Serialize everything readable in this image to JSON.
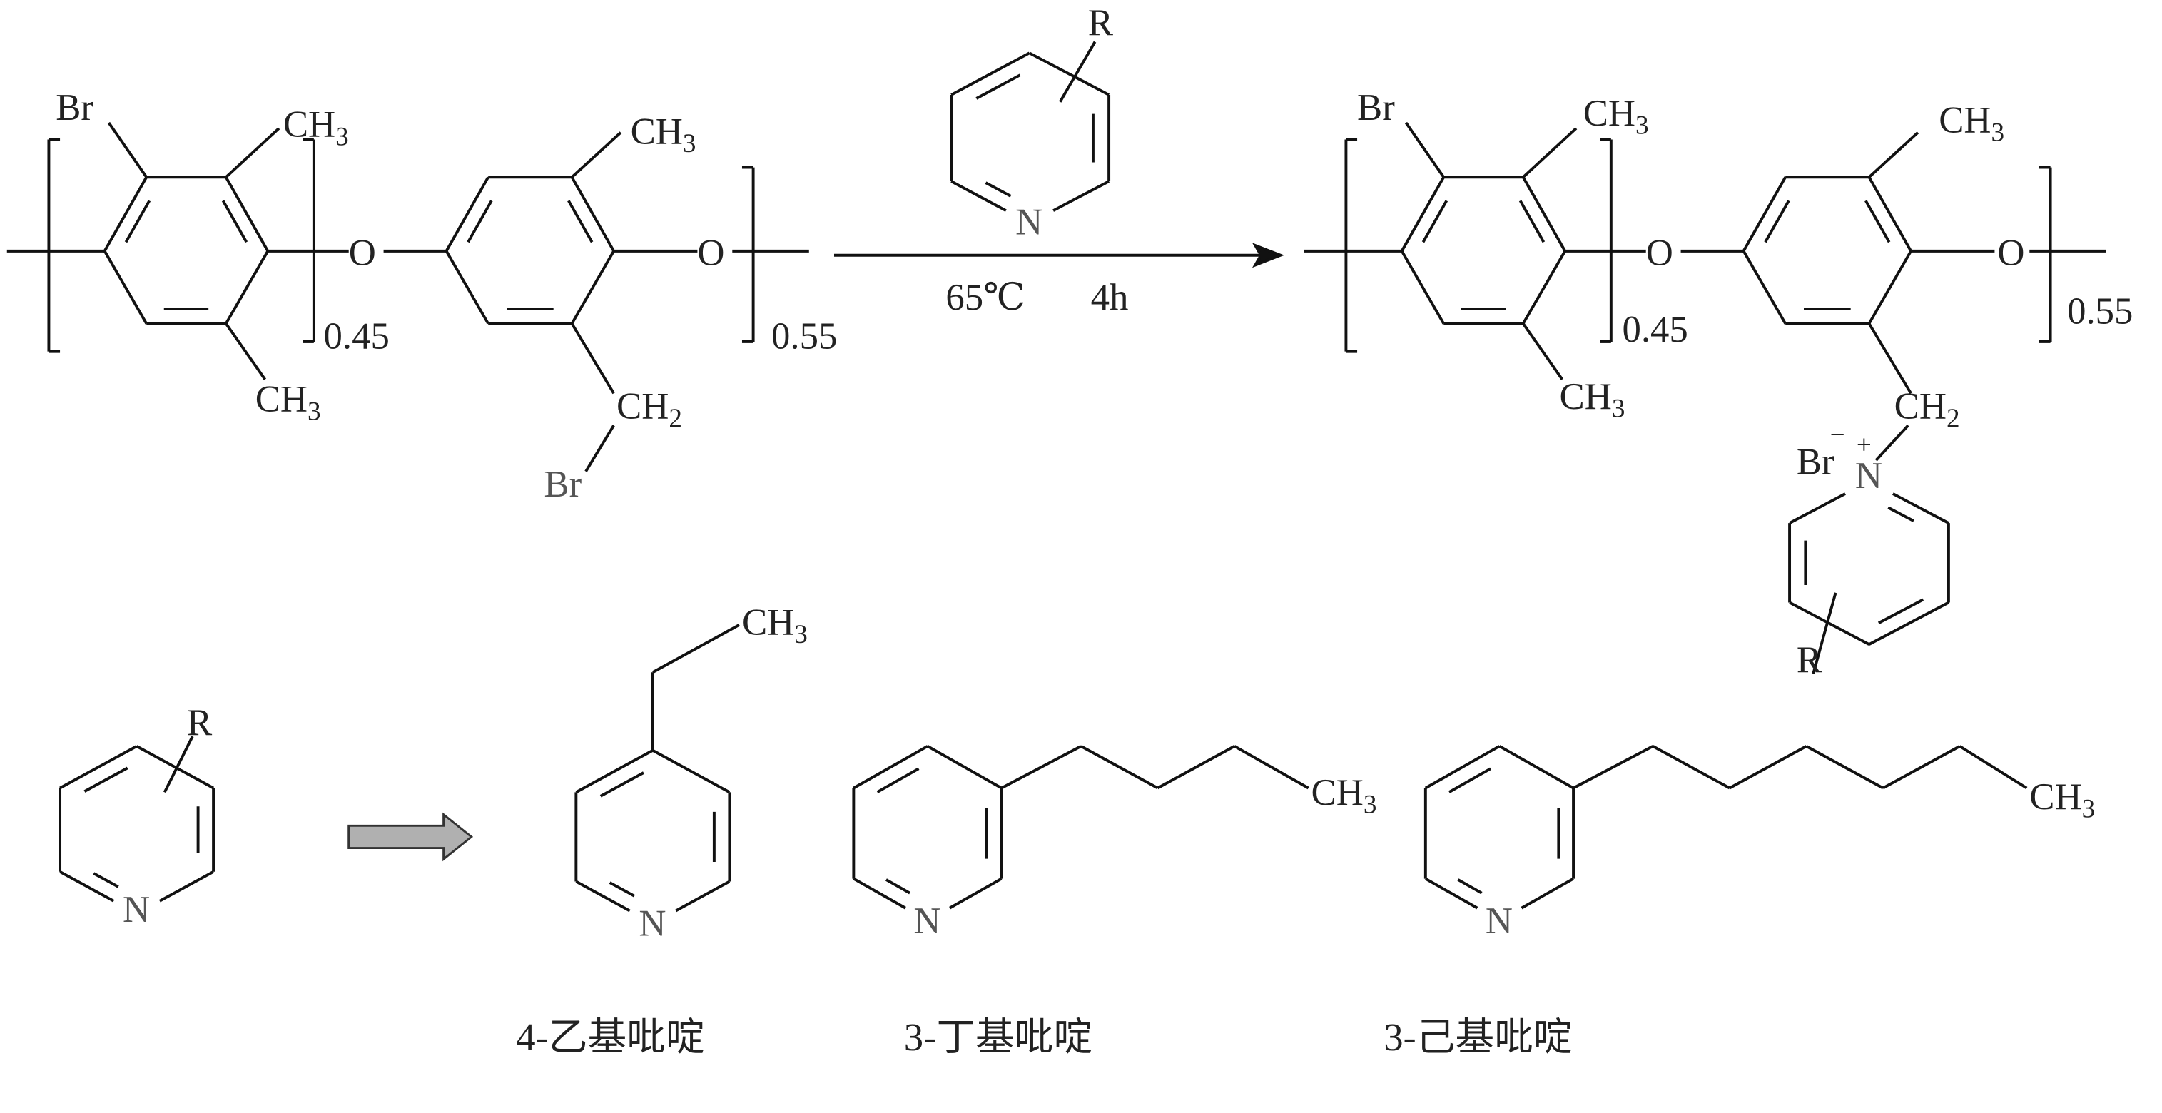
{
  "reactant": {
    "br_aryl": "Br",
    "ch3_a": {
      "main": "CH",
      "sub": "3"
    },
    "ch3_b": {
      "main": "CH",
      "sub": "3"
    },
    "ch3_c": {
      "main": "CH",
      "sub": "3"
    },
    "o1": "O",
    "o2": "O",
    "ch2": {
      "main": "CH",
      "sub": "2"
    },
    "br_benzyl": "Br",
    "x1": "0.45",
    "x2": "0.55"
  },
  "reagent": {
    "r": "R",
    "n": "N",
    "conditions_temp": "65℃",
    "conditions_time": "4h"
  },
  "product": {
    "br_aryl": "Br",
    "ch3_a": {
      "main": "CH",
      "sub": "3"
    },
    "ch3_b": {
      "main": "CH",
      "sub": "3"
    },
    "ch3_c": {
      "main": "CH",
      "sub": "3"
    },
    "o1": "O",
    "o2": "O",
    "ch2": {
      "main": "CH",
      "sub": "2"
    },
    "br_ion": "Br",
    "minus": "−",
    "plus": "+",
    "n": "N",
    "r": "R",
    "x1": "0.45",
    "x2": "0.55"
  },
  "bottom": {
    "generic": {
      "r": "R",
      "n": "N"
    },
    "ethyl": {
      "n": "N",
      "ch3": {
        "main": "CH",
        "sub": "3"
      },
      "name": "4-乙基吡啶"
    },
    "butyl": {
      "n": "N",
      "ch3": {
        "main": "CH",
        "sub": "3"
      },
      "name": "3-丁基吡啶"
    },
    "hexyl": {
      "n": "N",
      "ch3": {
        "main": "CH",
        "sub": "3"
      },
      "name": "3-己基吡啶"
    }
  },
  "colors": {
    "bond": "#111111",
    "arrow_fill": "#b0b0b0"
  }
}
